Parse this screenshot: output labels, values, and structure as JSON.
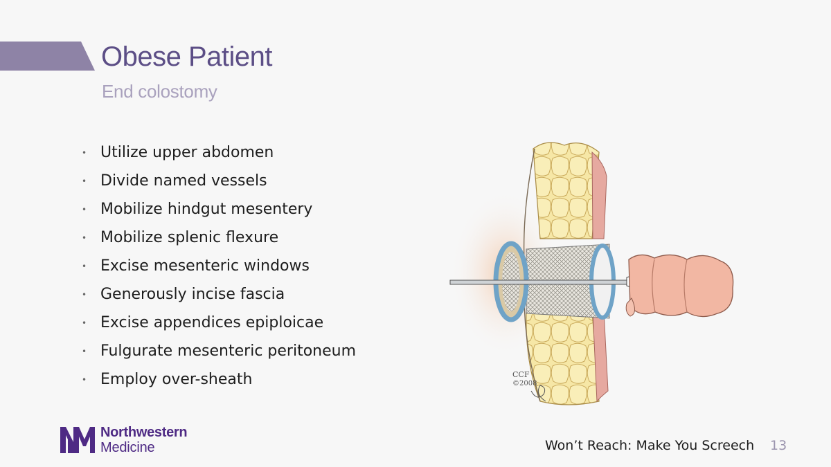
{
  "slide": {
    "title": "Obese Patient",
    "subtitle": "End colostomy",
    "bullets": [
      "Utilize upper abdomen",
      "Divide named vessels",
      "Mobilize hindgut mesentery",
      "Mobilize splenic flexure",
      "Excise mesenteric windows",
      "Generously incise fascia",
      "Excise appendices epiploicae",
      "Fulgurate mesenteric peritoneum",
      "Employ over-sheath"
    ],
    "illustration_credit": [
      "CCF",
      "©2008"
    ]
  },
  "logo": {
    "line1": "Northwestern",
    "line2": "Medicine"
  },
  "footer": {
    "text": "Won’t Reach: Make You Screech",
    "page_number": "13"
  },
  "colors": {
    "accent": "#5c4e86",
    "title_bar": "#8e83a6",
    "subtitle": "#a9a1bd",
    "brand": "#4e2a84"
  }
}
